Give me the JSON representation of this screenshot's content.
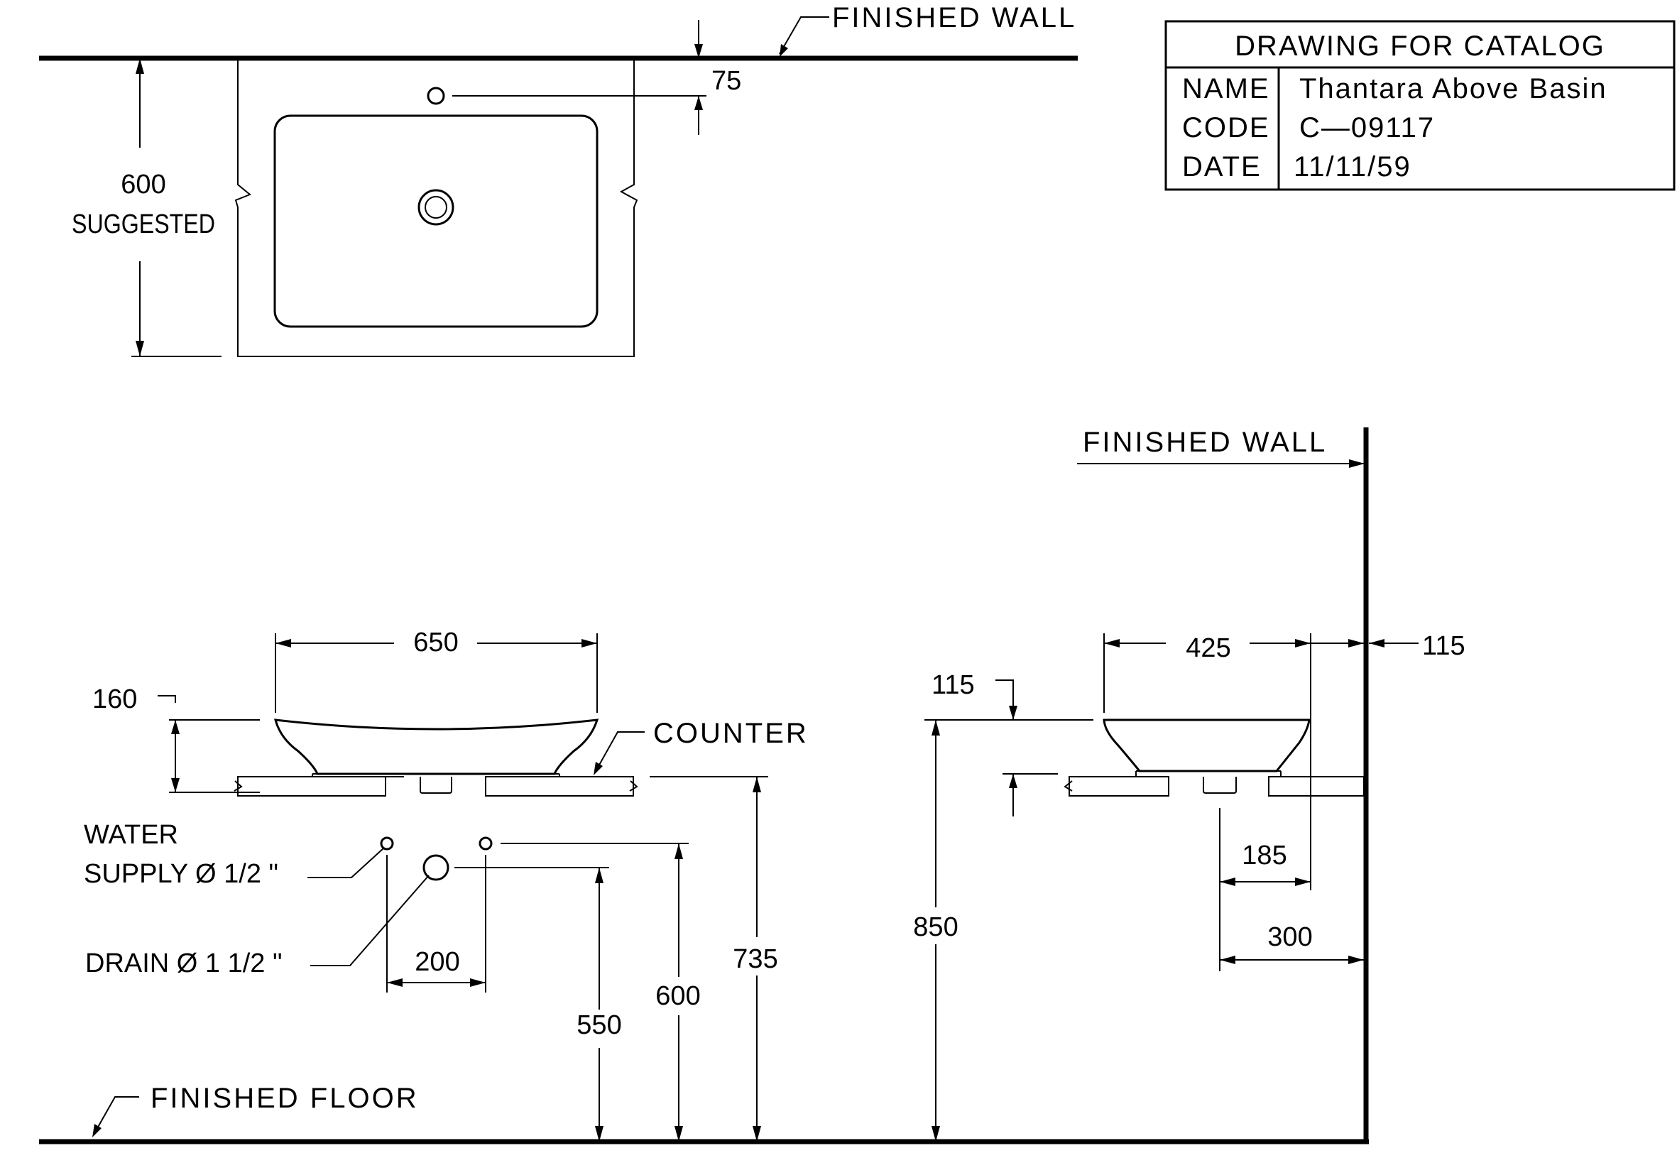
{
  "title_block": {
    "header": "DRAWING FOR CATALOG",
    "rows": [
      {
        "label": "NAME",
        "value": "Thantara Above Basin"
      },
      {
        "label": "CODE",
        "value": "C—09117"
      },
      {
        "label": "DATE",
        "value": "11/11/59"
      }
    ]
  },
  "plan_view": {
    "finished_wall": "FINISHED WALL",
    "tap_offset": "75",
    "depth_value": "600",
    "depth_note": "SUGGESTED"
  },
  "front_view": {
    "width": "650",
    "height": "160",
    "counter": "COUNTER",
    "water_supply_line1": "WATER",
    "water_supply_line2": "SUPPLY Ø 1/2 \"",
    "drain": "DRAIN Ø 1 1/2 \"",
    "supply_spacing": "200",
    "drain_height": "550",
    "supply_height": "600",
    "counter_height": "735",
    "finished_floor": "FINISHED FLOOR"
  },
  "side_view": {
    "finished_wall": "FINISHED WALL",
    "depth": "425",
    "wall_gap": "115",
    "height": "115",
    "rim_height": "850",
    "drain_offset": "185",
    "drain_from_wall": "300"
  }
}
